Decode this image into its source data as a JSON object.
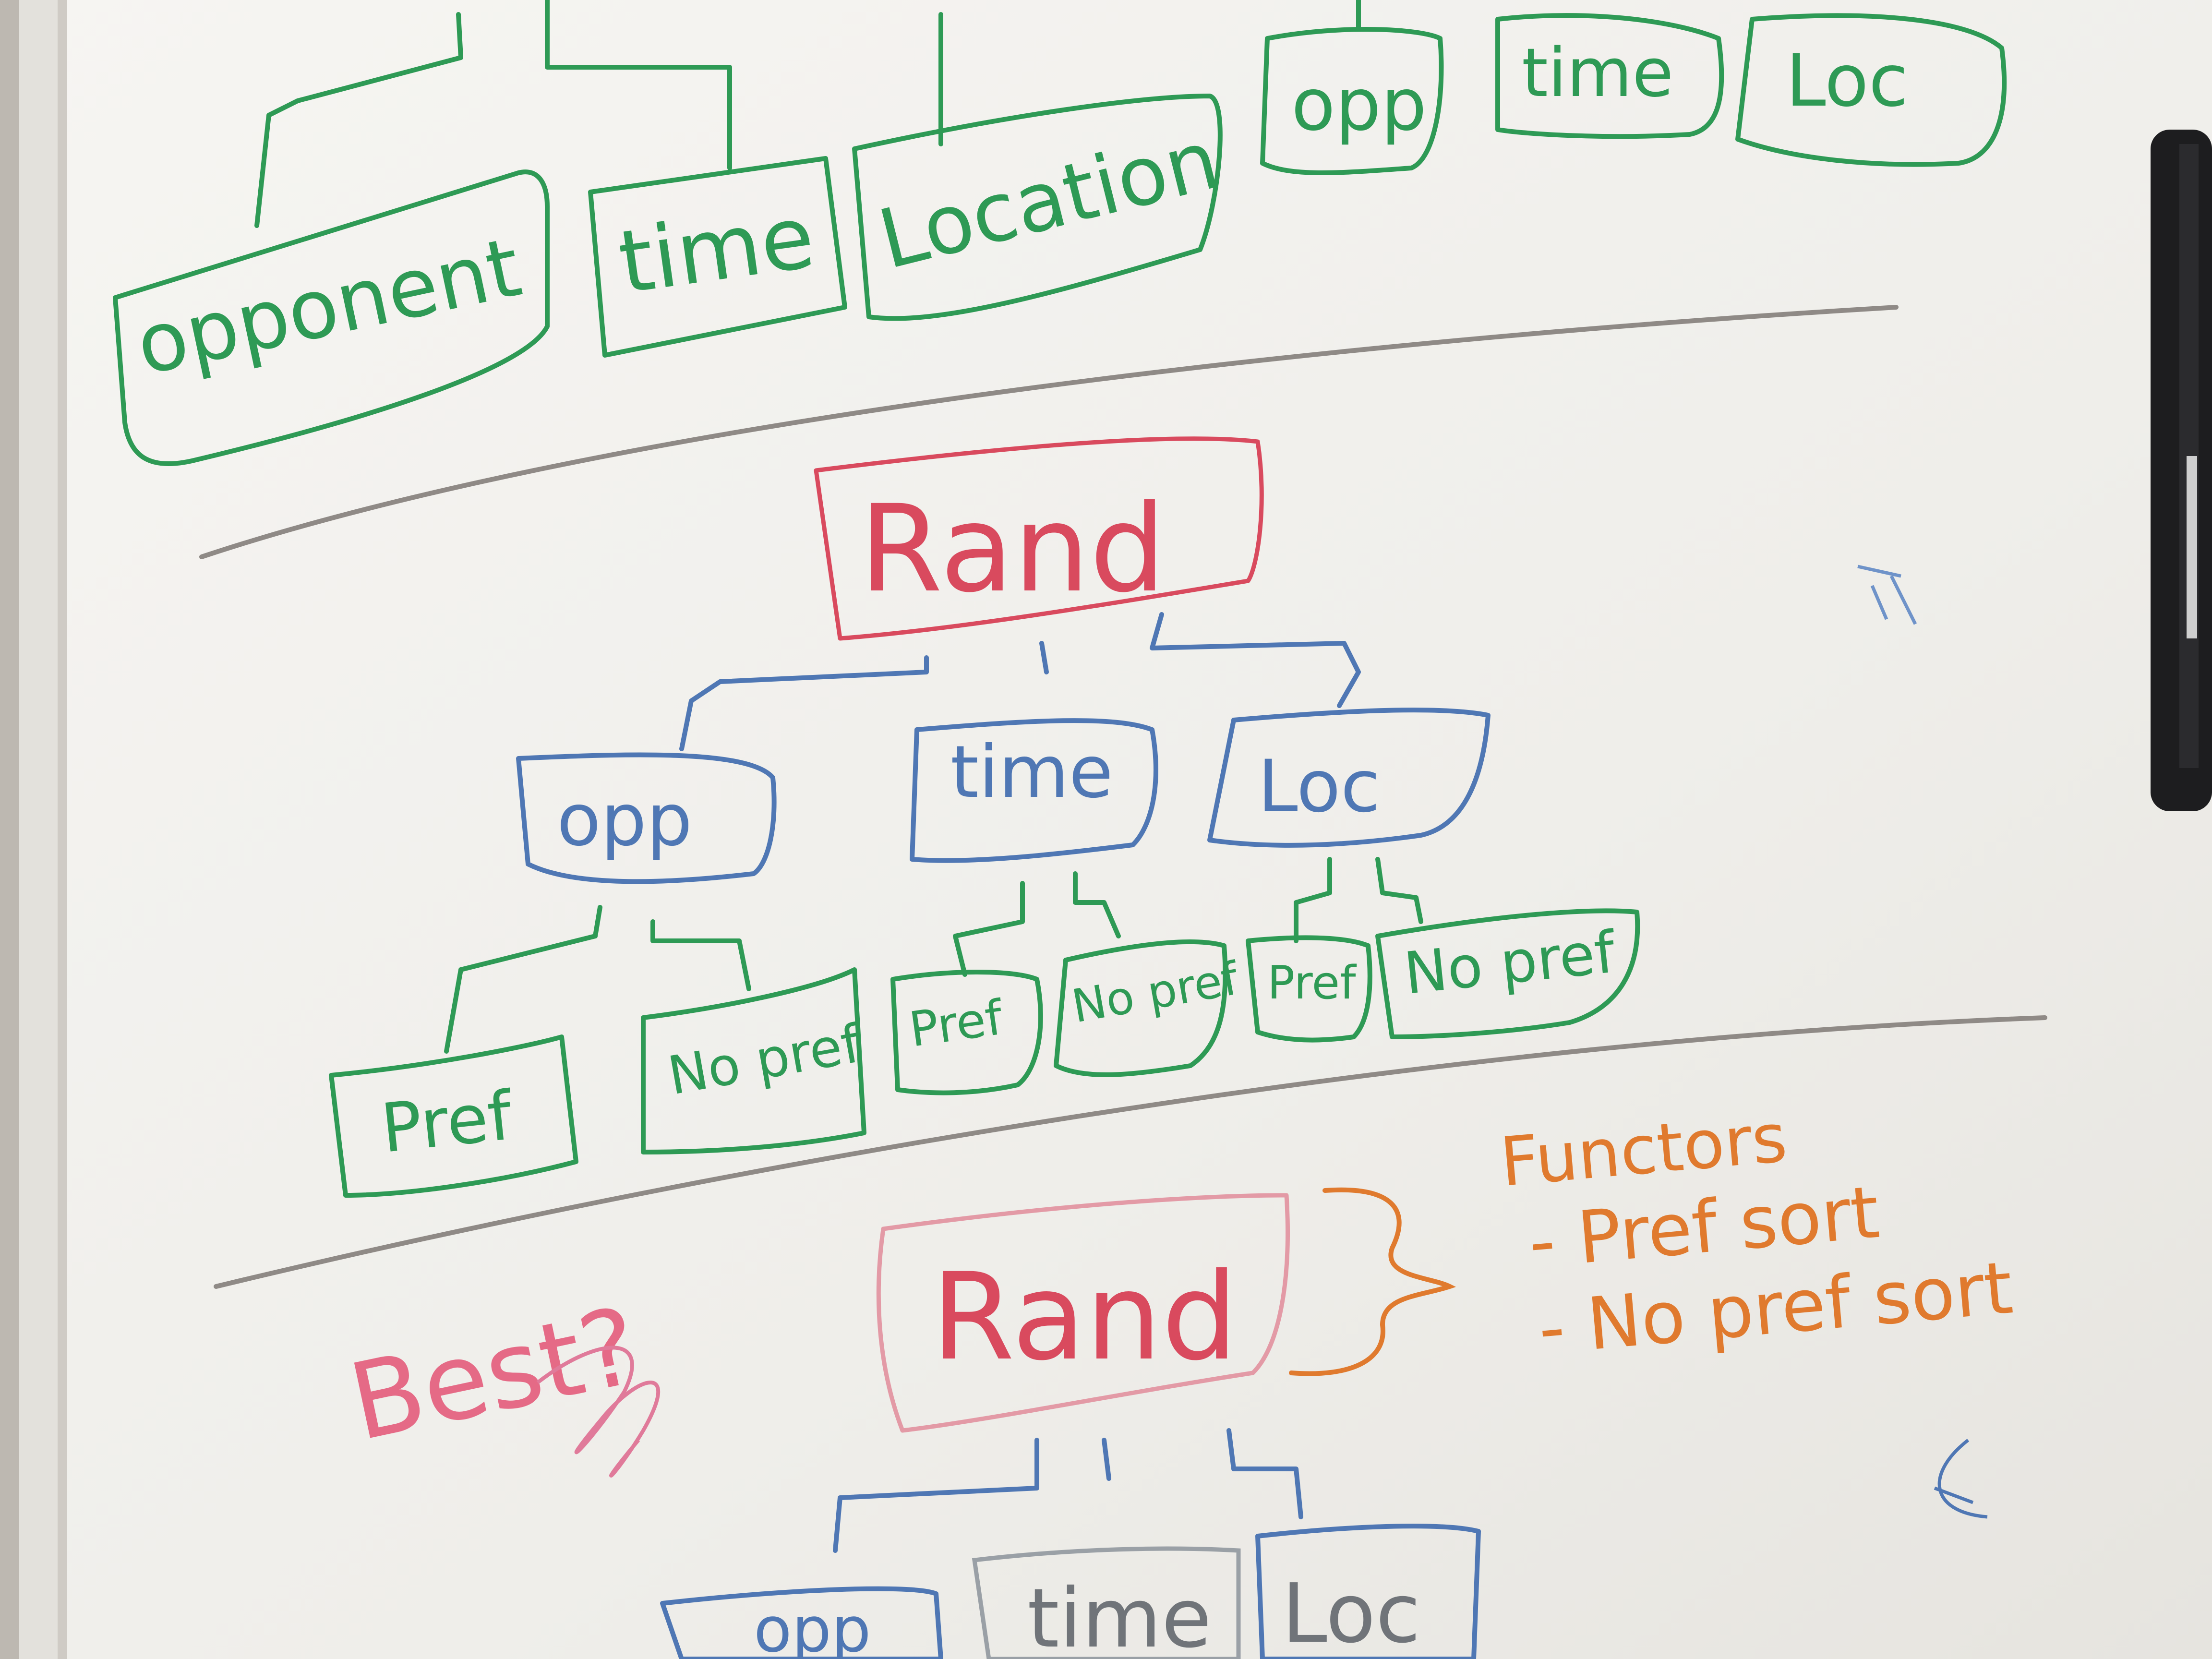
{
  "colors": {
    "green": "#2e9a55",
    "blue": "#4f77b4",
    "red": "#d94a5e",
    "orange": "#e07a2e",
    "grey": "#8f8a86",
    "board": "#f2f1ed"
  },
  "top_row": {
    "opponent": "opponent",
    "time": "time",
    "location": "Location",
    "opp": "opp",
    "time_short": "time",
    "loc": "Loc"
  },
  "tree1": {
    "root": "Rand",
    "opp": "opp",
    "time": "time",
    "loc": "Loc",
    "pref_a": "Pref",
    "nopref_a": "No pref",
    "pref_b": "Pref",
    "nopref_b": "No pref",
    "pref_c": "Pref",
    "nopref_c": "No pref"
  },
  "tree2": {
    "root": "Rand",
    "best": "Best?",
    "opp": "opp",
    "time": "time",
    "loc": "Loc"
  },
  "functors": {
    "heading": "Functors",
    "item1": "- Pref sort",
    "item2": "- No pref sort"
  }
}
